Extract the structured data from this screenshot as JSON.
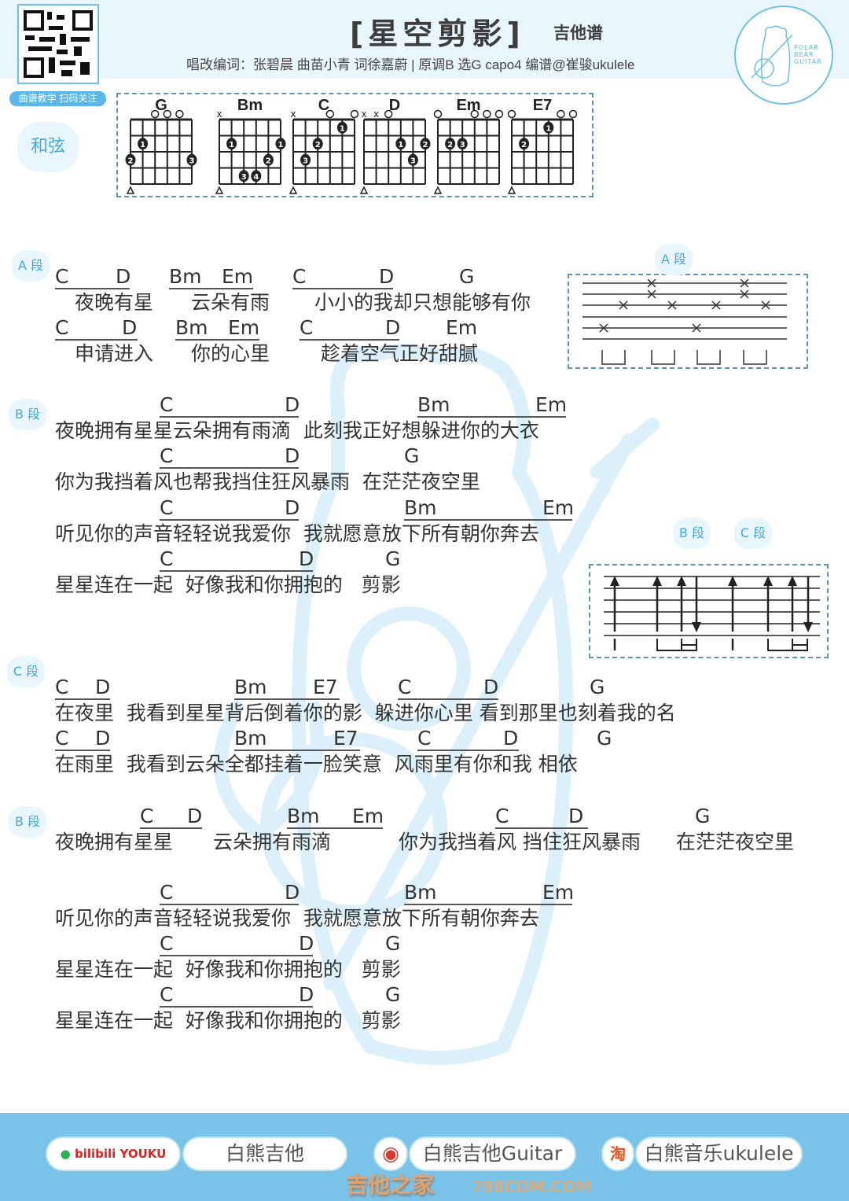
{
  "header": {
    "title": "[星空剪影]",
    "kind": "吉他谱",
    "credits": "唱改编词：张碧晨 曲苗小青 词徐嘉蔚 | 原调B 选G capo4   编谱@崔骏ukulele",
    "qr_badge": "曲谱教学 扫码关注",
    "chords_label": "和弦",
    "logo_text": [
      "POLAR",
      "BEAR",
      "GUITAR"
    ]
  },
  "colors": {
    "accent": "#5bb7e6",
    "band": "#eaf6fd",
    "footer": "#79c3e9",
    "text": "#333333"
  },
  "chord_diagrams": [
    {
      "name": "G",
      "marks": [
        "",
        "",
        "o",
        "o",
        "o",
        ""
      ],
      "fingers": [
        [
          2,
          2,
          1
        ],
        [
          1,
          3,
          2
        ],
        [
          6,
          3,
          3
        ]
      ]
    },
    {
      "name": "Bm",
      "marks": [
        "x",
        "",
        "",
        "",
        "",
        ""
      ],
      "fingers": [
        [
          2,
          2,
          1
        ],
        [
          6,
          2,
          1
        ],
        [
          5,
          3,
          2
        ],
        [
          3,
          4,
          3
        ],
        [
          4,
          4,
          4
        ]
      ]
    },
    {
      "name": "C",
      "marks": [
        "x",
        "",
        "",
        "o",
        "",
        "o"
      ],
      "fingers": [
        [
          5,
          1,
          1
        ],
        [
          3,
          2,
          2
        ],
        [
          2,
          3,
          3
        ]
      ]
    },
    {
      "name": "D",
      "marks": [
        "x",
        "x",
        "o",
        "",
        "",
        ""
      ],
      "fingers": [
        [
          4,
          2,
          1
        ],
        [
          6,
          2,
          2
        ],
        [
          5,
          3,
          3
        ]
      ]
    },
    {
      "name": "Em",
      "marks": [
        "o",
        "",
        "",
        "o",
        "o",
        "o"
      ],
      "fingers": [
        [
          2,
          2,
          2
        ],
        [
          3,
          2,
          3
        ]
      ]
    },
    {
      "name": "E7",
      "marks": [
        "o",
        "",
        "",
        "",
        "o",
        "o"
      ],
      "fingers": [
        [
          4,
          1,
          1
        ],
        [
          2,
          2,
          2
        ]
      ]
    }
  ],
  "sections": {
    "left": [
      "A 段",
      "B 段",
      "C 段",
      "B 段"
    ],
    "right": [
      "A 段",
      "B 段",
      "C 段"
    ]
  },
  "rows": [
    {
      "chords": [
        "C",
        "D",
        "Bm",
        "Em",
        "C",
        "D",
        "G"
      ],
      "lyrics": [
        "夜晚有星",
        "云朵有雨",
        "小小的我却只想能够有你"
      ]
    },
    {
      "chords": [
        "C",
        "D",
        "Bm",
        "Em",
        "C",
        "D",
        "Em"
      ],
      "lyrics": [
        "申请进入",
        "你的心里",
        "趁着空气正好甜腻"
      ]
    },
    {
      "chords": [
        "C",
        "D",
        "Bm",
        "Em"
      ],
      "lyrics": [
        "夜晚拥有星星云朵拥有雨滴  此刻我正好想躲进你的大衣"
      ]
    },
    {
      "chords": [
        "C",
        "D",
        "G"
      ],
      "lyrics": [
        "你为我挡着风也帮我挡住狂风暴雨  在茫茫夜空里"
      ]
    },
    {
      "chords": [
        "C",
        "D",
        "Bm",
        "Em"
      ],
      "lyrics": [
        "听见你的声音轻轻说我爱你  我就愿意放下所有朝你奔去"
      ]
    },
    {
      "chords": [
        "C",
        "D",
        "G"
      ],
      "lyrics": [
        "星星连在一起  好像我和你拥抱的   剪影"
      ]
    },
    {
      "chords": [
        "C",
        "D",
        "Bm",
        "E7",
        "C",
        "D",
        "G"
      ],
      "lyrics": [
        "在夜里  我看到星星背后倒着你的影  躲进你心里 看到那里也刻着我的名"
      ]
    },
    {
      "chords": [
        "C",
        "D",
        "Bm",
        "E7",
        "C",
        "D",
        "G"
      ],
      "lyrics": [
        "在雨里  我看到云朵全都挂着一脸笑意  风雨里有你和我 相依"
      ]
    },
    {
      "chords": [
        "C",
        "D",
        "Bm",
        "Em",
        "C",
        "D",
        "G"
      ],
      "lyrics": [
        "夜晚拥有星星",
        "云朵拥有雨滴",
        "你为我挡着风 挡住狂风暴雨",
        "在茫茫夜空里"
      ]
    },
    {
      "chords": [
        "C",
        "D",
        "Bm",
        "Em"
      ],
      "lyrics": [
        "听见你的声音轻轻说我爱你  我就愿意放下所有朝你奔去"
      ]
    },
    {
      "chords": [
        "C",
        "D",
        "G"
      ],
      "lyrics": [
        "星星连在一起  好像我和你拥抱的   剪影"
      ]
    },
    {
      "chords": [
        "C",
        "D",
        "G"
      ],
      "lyrics": [
        "星星连在一起  好像我和你拥抱的   剪影"
      ]
    }
  ],
  "footer": {
    "platforms": "bilibili YOUKU",
    "account1": "白熊吉他",
    "weibo_icon": "weibo-icon",
    "account2": "白熊吉他Guitar",
    "taobao_icon_label": "淘",
    "account3": "白熊音乐ukulele",
    "watermark": "吉他之家",
    "watermark_url": "798COM.COM"
  }
}
